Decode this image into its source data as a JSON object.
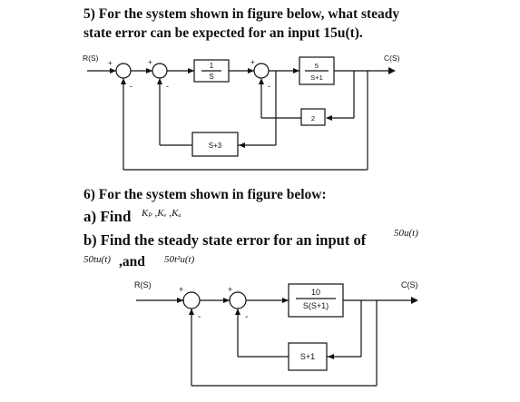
{
  "problem5": {
    "line1": "5) For the system shown in figure below, what steady",
    "line2": "state error can be expected for an input 15u(t).",
    "diagram": {
      "input_label": "R(S)",
      "output_label": "C(S)",
      "block_integrator_num": "1",
      "block_integrator_den": "S",
      "block_plant_num": "5",
      "block_plant_den": "S+1",
      "block_inner_gain": "2",
      "block_outer": "S+3",
      "sign_plus_1": "+",
      "sign_plus_2": "+",
      "sign_plus_3": "+",
      "sign_minus_1": "-",
      "sign_minus_2": "-",
      "sign_minus_3": "-"
    }
  },
  "problem6": {
    "line1": "6) For the system shown in figure below:",
    "part_a_label": "a) Find",
    "part_a_math": "Kₚ ,Kᵥ ,Kₐ",
    "part_b_label": "b) Find the steady state error for an input of",
    "part_b_math": "50u(t)",
    "line4_math1": "50tu(t)",
    "line4_and": ",and",
    "line4_math2": "50t²u(t)",
    "diagram": {
      "input_label": "R(S)",
      "output_label": "C(S)",
      "block_plant_num": "10",
      "block_plant_den": "S(S+1)",
      "block_feedback": "S+1",
      "sign_plus_1": "+",
      "sign_plus_2": "+",
      "sign_minus_1": "-",
      "sign_minus_2": "-"
    }
  }
}
